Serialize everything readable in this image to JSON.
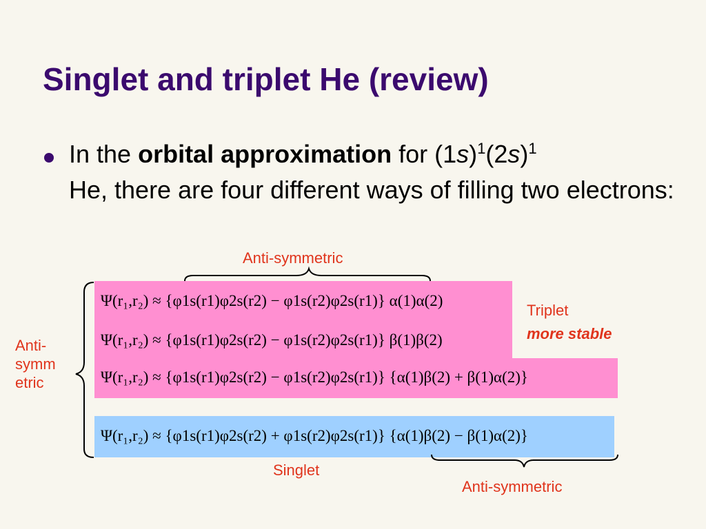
{
  "slide": {
    "title": "Singlet and triplet He (review)",
    "bullet": {
      "text_1": "In the ",
      "bold": "orbital approximation",
      "text_2": " for (1",
      "s1": "s",
      "text_3": ")",
      "sup1": "1",
      "text_4": "(2",
      "s2": "s",
      "text_5": ")",
      "sup2": "1",
      "text_6": "He, there are four different ways of filling two electrons:"
    },
    "labels": {
      "top_anti": "Anti-symmetric",
      "left_anti": "Anti-\nsymm\netric",
      "triplet": "Triplet",
      "more_stable": "more stable",
      "singlet": "Singlet",
      "bottom_anti": "Anti-symmetric"
    },
    "equations": [
      {
        "spatial": "Ψ(r₁,r₂) ≈ {φ1s(r1)φ2s(r2) − φ1s(r2)φ2s(r1)}",
        "spin": "α(1)α(2)"
      },
      {
        "spatial": "Ψ(r₁,r₂) ≈ {φ1s(r1)φ2s(r2) − φ1s(r2)φ2s(r1)}",
        "spin": "β(1)β(2)"
      },
      {
        "spatial": "Ψ(r₁,r₂) ≈ {φ1s(r1)φ2s(r2) − φ1s(r2)φ2s(r1)}",
        "spin": "{α(1)β(2) + β(1)α(2)}"
      },
      {
        "spatial": "Ψ(r₁,r₂) ≈ {φ1s(r1)φ2s(r2) + φ1s(r2)φ2s(r1)}",
        "spin": "{α(1)β(2) − β(1)α(2)}"
      }
    ],
    "colors": {
      "title": "#3b0a6e",
      "label": "#e0341c",
      "triplet_bg": "#ff8fd1",
      "singlet_bg": "#9fd0ff"
    }
  }
}
